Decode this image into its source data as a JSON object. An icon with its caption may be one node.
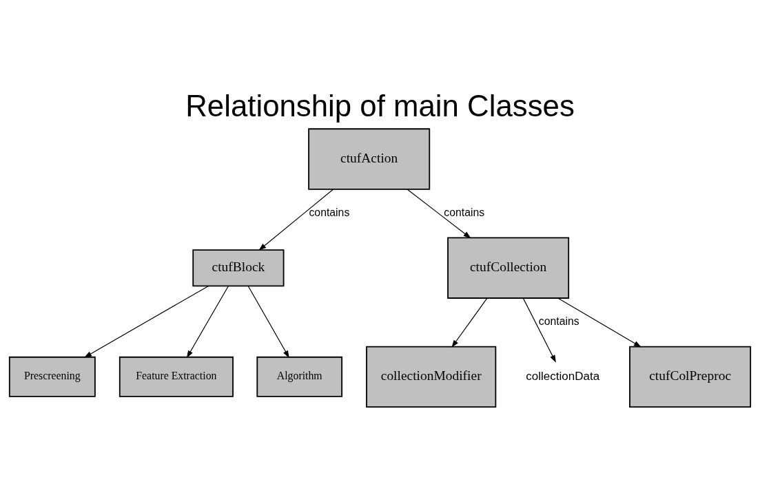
{
  "diagram": {
    "title": "Relationship of main Classes",
    "nodes": [
      {
        "text": [
          "ctufAction"
        ]
      },
      {
        "text": [
          "ctufBlock"
        ]
      },
      {
        "text": [
          "ctufCollection"
        ]
      },
      {
        "text": [
          "Prescreening"
        ]
      },
      {
        "text": [
          "Feature Extraction"
        ]
      },
      {
        "text": [
          "Algorithm"
        ]
      },
      {
        "text": [
          "collectionModifier"
        ]
      },
      {
        "text": [
          "collectionData"
        ]
      },
      {
        "text": [
          "ctufColPreproc"
        ]
      }
    ],
    "edges": [
      {
        "from": 0,
        "to": 2,
        "arrow": "to",
        "label": "contains"
      },
      {
        "from": 0,
        "to": 1,
        "arrow": "to",
        "label": "contains"
      },
      {
        "from": 1,
        "to": 3,
        "arrow": "to"
      },
      {
        "from": 1,
        "to": 4,
        "arrow": "to"
      },
      {
        "from": 1,
        "to": 5,
        "arrow": "to"
      },
      {
        "from": 2,
        "to": 6,
        "arrow": "to"
      },
      {
        "from": 2,
        "to": 7,
        "arrow": "to",
        "label": "contains"
      },
      {
        "from": 2,
        "to": 8,
        "arrow": "to"
      }
    ]
  }
}
